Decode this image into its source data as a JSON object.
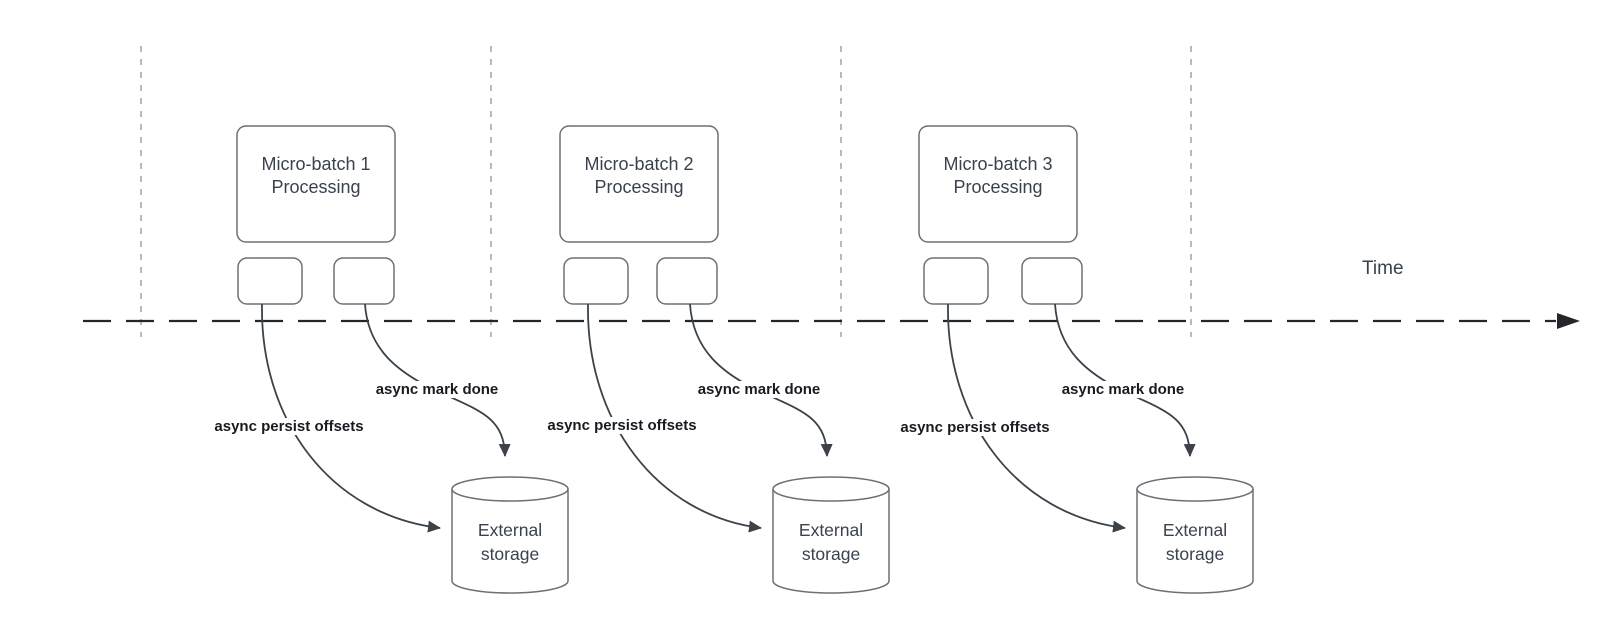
{
  "diagram_type": "micro-batch-timeline",
  "timeline": {
    "label": "Time"
  },
  "groups": [
    {
      "box_label": "Micro-batch 1 Processing",
      "persist_arrow_label": "async persist offsets",
      "mark_done_arrow_label": "async mark done",
      "storage_label": "External storage"
    },
    {
      "box_label": "Micro-batch 2 Processing",
      "persist_arrow_label": "async persist offsets",
      "mark_done_arrow_label": "async mark done",
      "storage_label": "External storage"
    },
    {
      "box_label": "Micro-batch 3 Processing",
      "persist_arrow_label": "async persist offsets",
      "mark_done_arrow_label": "async mark done",
      "storage_label": "External storage"
    }
  ],
  "colors": {
    "background": "#ffffff",
    "shape_stroke": "#6b7077",
    "arrow_stroke": "#3b424a",
    "axis_stroke": "#23272b",
    "divider_stroke": "#a9a9a9",
    "text_primary": "#39424e",
    "label_text": "#181c21"
  }
}
